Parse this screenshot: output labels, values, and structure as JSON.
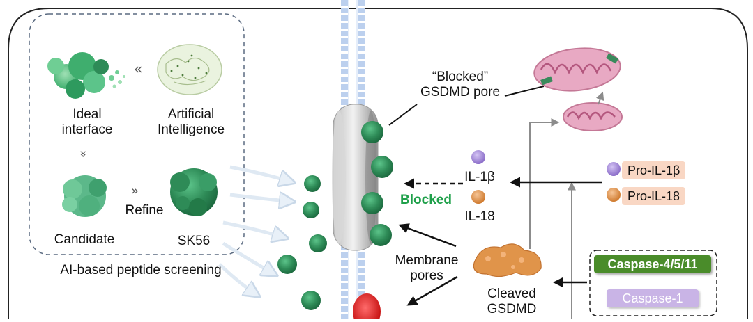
{
  "screening": {
    "ideal_interface": [
      "Ideal",
      "interface"
    ],
    "artificial_intelligence": [
      "Artificial",
      "Intelligence"
    ],
    "candidate": "Candidate",
    "refine": "Refine",
    "sk56": "SK56",
    "caption": "AI-based peptide screening"
  },
  "pore": {
    "blocked_label": [
      "“Blocked”",
      "GSDMD pore"
    ],
    "blocked": "Blocked",
    "membrane_pores": [
      "Membrane",
      "pores"
    ]
  },
  "cytokines": {
    "il1b": "IL-1β",
    "il18": "IL-18",
    "pro_il1b": "Pro-IL-1β",
    "pro_il18": "Pro-IL-18"
  },
  "gsdmd": {
    "cleaved": [
      "Cleaved",
      "GSDMD"
    ]
  },
  "caspases": {
    "caspase_4_5_11": "Caspase-4/5/11",
    "caspase_1": "Caspase-1"
  },
  "colors": {
    "peptide_green": "#2e8b57",
    "blocked_green": "#1fa04a",
    "pro_tag": "#f9d7c4",
    "caspase_4_fill": "#4a8c2a",
    "caspase_1_fill": "#c9b4e6",
    "il1b_ball": "#9b7fd4",
    "il18_ball": "#e0944a",
    "membrane_blue": "#a9c4ea"
  }
}
